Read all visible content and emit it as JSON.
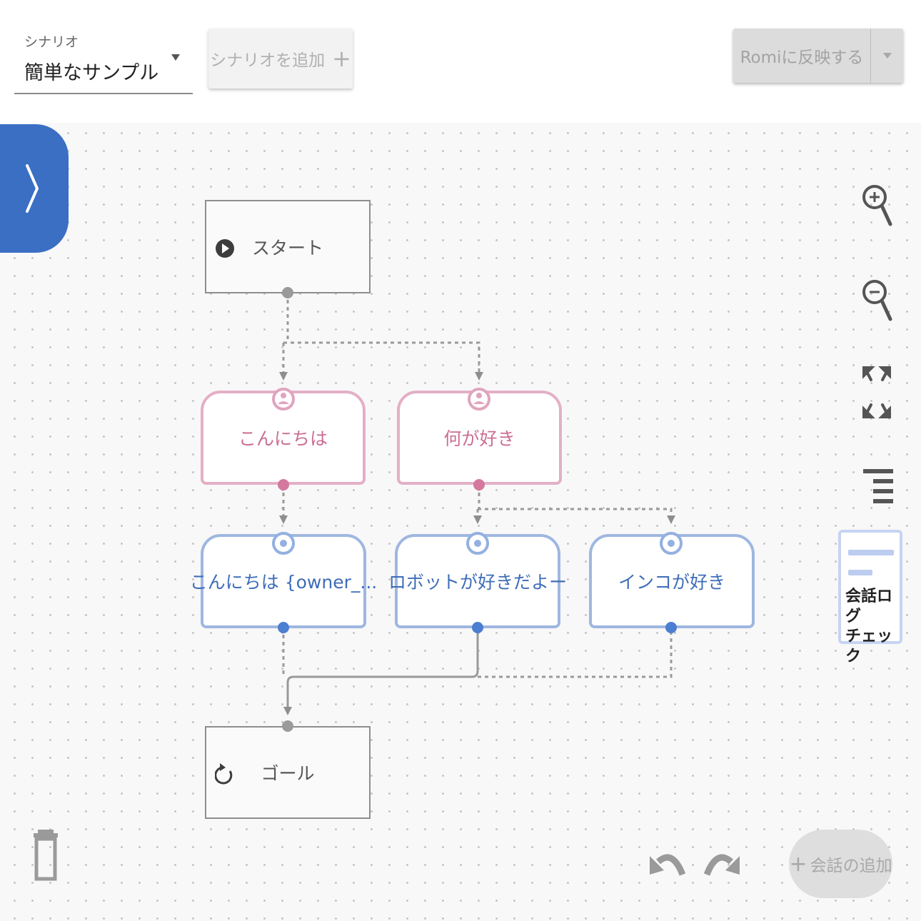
{
  "header": {
    "scenario_label": "シナリオ",
    "scenario_value": "簡単なサンプル",
    "add_scenario_label": "シナリオを追加",
    "reflect_label": "Romiに反映する"
  },
  "nodes": {
    "start": "スタート",
    "hello_user": "こんにちは",
    "likes_user": "何が好き",
    "hello_robot": "こんにちは {owner_...",
    "robot_like": "ロボットが好きだよー",
    "parakeet": "インコが好き",
    "goal": "ゴール"
  },
  "tools": {
    "log_check_label": "会話ログ\nチェック",
    "add_talk_label": "会話の追加"
  },
  "colors": {
    "accent_blue": "#3a6fc4",
    "user_node": "#e4afc6",
    "robot_node": "#9fb7e0"
  }
}
